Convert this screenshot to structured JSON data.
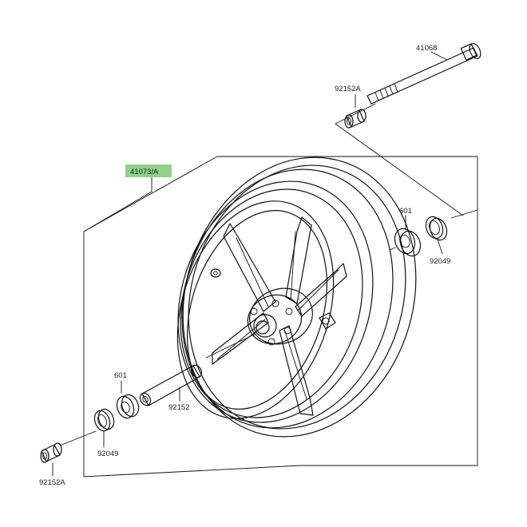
{
  "diagram": {
    "accent_color": "#8fd18a",
    "labels": {
      "shaft": "41068",
      "collar_top": "92152A",
      "wheel": "41073/A",
      "bearing_right": "601",
      "seal_right": "92049",
      "bearing_left": "601",
      "spacer": "92152",
      "seal_left": "92049",
      "collar_bottom": "92152A"
    }
  }
}
